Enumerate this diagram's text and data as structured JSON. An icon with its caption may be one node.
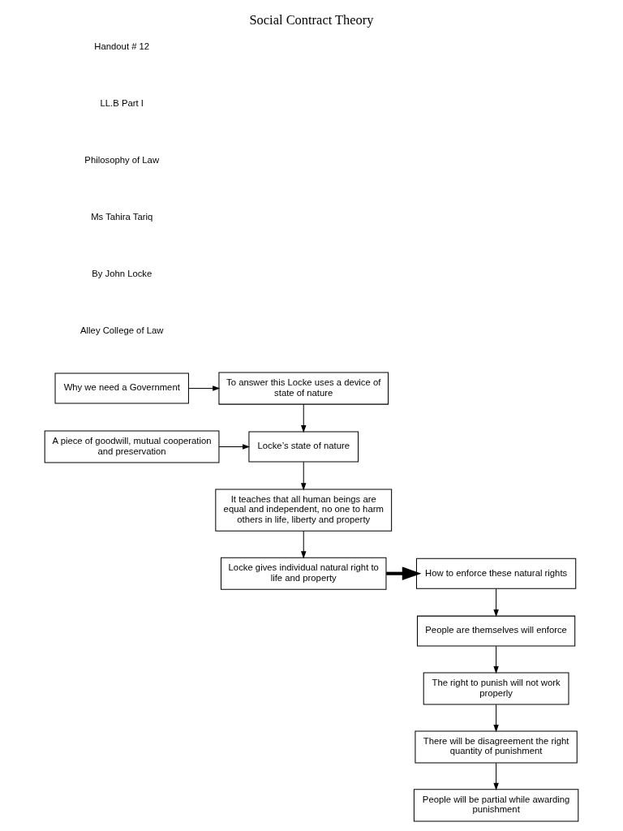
{
  "diagram": {
    "title": "Social Contract Theory",
    "nodes": [
      {
        "text": [
          "Why we need a Government"
        ]
      },
      {
        "text": [
          "To answer this Locke uses a device of state of nature"
        ]
      },
      {
        "text": [
          "A piece of goodwill, mutual cooperation and preservation"
        ]
      },
      {
        "text": [
          "Locke’s state of nature"
        ]
      },
      {
        "text": [
          "It teaches that all human beings are equal and independent, no one to harm others in life, liberty and property"
        ]
      },
      {
        "text": [
          "How to enforce these natural rights"
        ]
      },
      {
        "text": [
          "Locke gives individual natural right to life and property"
        ]
      },
      {
        "text": [
          "People are themselves will enforce"
        ]
      },
      {
        "text": [
          "The right to punish will not work properly"
        ]
      },
      {
        "text": [
          "There will be disagreement the right quantity of punishment"
        ]
      },
      {
        "text": [
          "People will be partial while awarding punishment"
        ]
      }
    ],
    "edges": [
      {
        "from": 0,
        "to": 1,
        "arrow": "to"
      },
      {
        "from": 1,
        "to": 3,
        "arrow": "to"
      },
      {
        "from": 2,
        "to": 3,
        "arrow": "to"
      },
      {
        "from": 3,
        "to": 4,
        "arrow": "to"
      },
      {
        "from": 4,
        "to": 6,
        "arrow": "to"
      },
      {
        "from": 6,
        "to": 5,
        "arrow": "to",
        "style": "thick"
      },
      {
        "from": 5,
        "to": 7,
        "arrow": "to"
      },
      {
        "from": 7,
        "to": 8,
        "arrow": "to"
      },
      {
        "from": 8,
        "to": 9,
        "arrow": "to"
      },
      {
        "from": 9,
        "to": 10,
        "arrow": "to"
      }
    ],
    "labels": [
      "Handout # 12",
      "LL.B Part I",
      "Philosophy of Law",
      "Ms Tahira Tariq",
      "By John Locke",
      "Alley College of Law"
    ]
  }
}
